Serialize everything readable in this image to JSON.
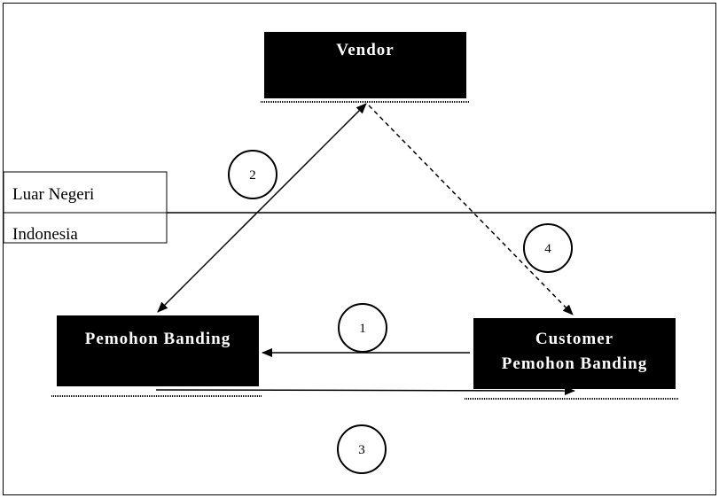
{
  "boxes": {
    "vendor": "Vendor",
    "pemohon": "Pemohon Banding",
    "customer_line1": "Customer",
    "customer_line2": "Pemohon Banding"
  },
  "regions": {
    "abroad": "Luar Negeri",
    "domestic": "Indonesia"
  },
  "steps": {
    "one": "1",
    "two": "2",
    "three": "3",
    "four": "4"
  },
  "colors": {
    "box_fill": "#000000",
    "box_text": "#ffffff",
    "line": "#000000",
    "background": "#ffffff"
  }
}
